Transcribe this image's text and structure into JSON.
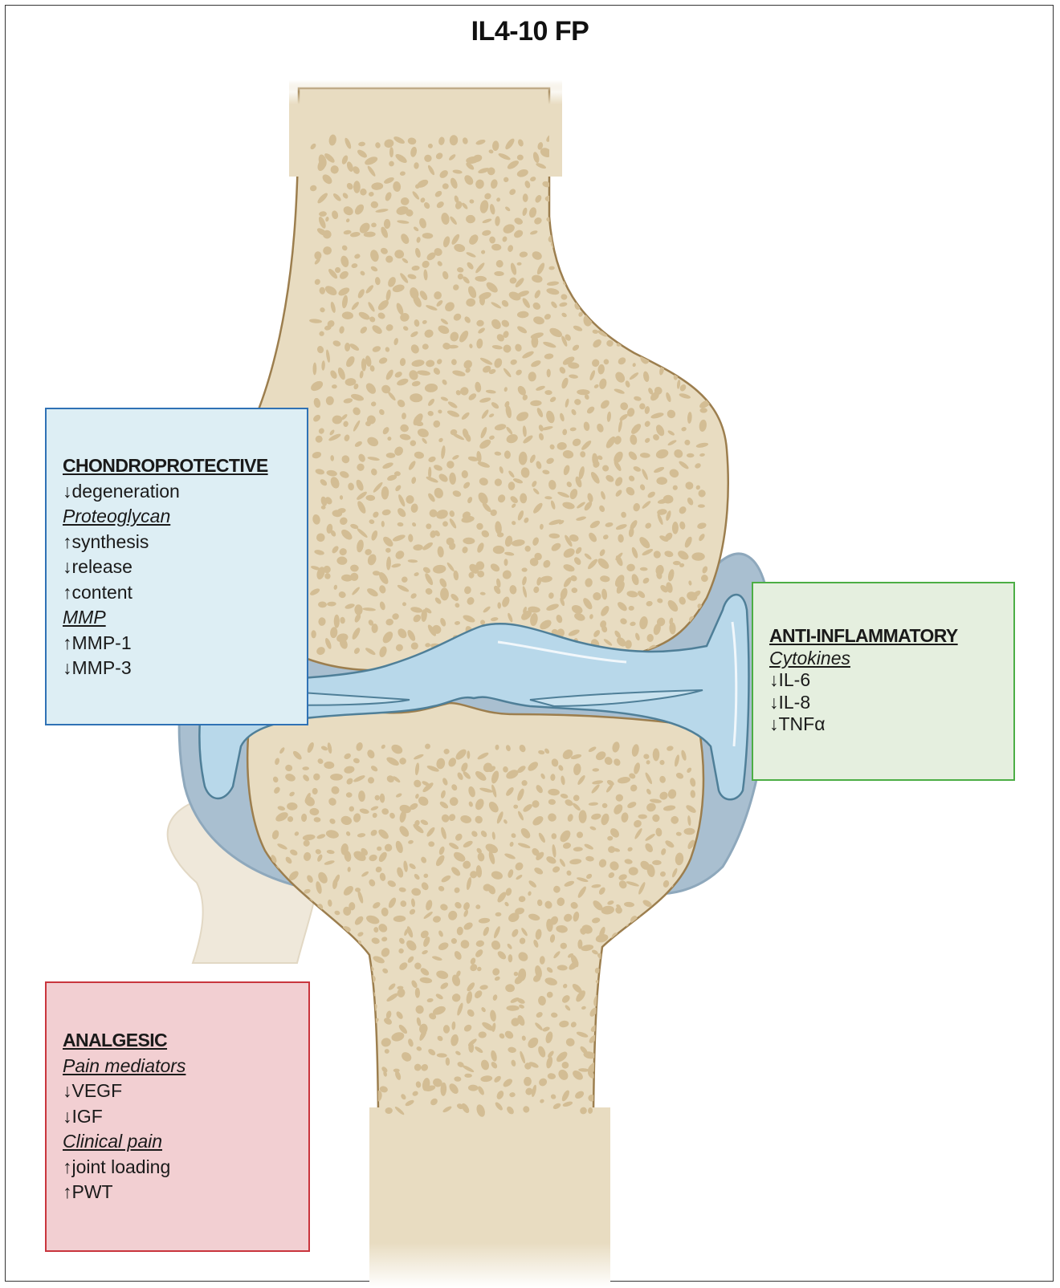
{
  "title": "IL4-10 FP",
  "boxes": {
    "chondroprotective": {
      "heading": "CHONDROPROTECTIVE",
      "lines": [
        {
          "text": "↓degeneration",
          "style": "normal"
        },
        {
          "text": "Proteoglycan",
          "style": "sub"
        },
        {
          "text": "↑synthesis",
          "style": "normal"
        },
        {
          "text": "↓release",
          "style": "normal"
        },
        {
          "text": "↑content",
          "style": "normal"
        },
        {
          "text": "MMP",
          "style": "sub"
        },
        {
          "text": "↑MMP-1",
          "style": "normal"
        },
        {
          "text": "↓MMP-3",
          "style": "normal"
        }
      ],
      "border_color": "#2f72b5",
      "fill_color": "#ddeef4"
    },
    "anti_inflammatory": {
      "heading": "ANTI-INFLAMMATORY",
      "lines": [
        {
          "text": "Cytokines",
          "style": "sub"
        },
        {
          "text": "↓IL-6",
          "style": "normal"
        },
        {
          "text": "↓IL-8",
          "style": "normal"
        },
        {
          "text": "↓TNFα",
          "style": "normal"
        }
      ],
      "border_color": "#4cae45",
      "fill_color": "#e5efdf"
    },
    "analgesic": {
      "heading": "ANALGESIC",
      "lines": [
        {
          "text": "Pain mediators",
          "style": "sub"
        },
        {
          "text": "↓VEGF",
          "style": "normal"
        },
        {
          "text": "↓IGF",
          "style": "normal"
        },
        {
          "text": "Clinical pain",
          "style": "sub"
        },
        {
          "text": "↑joint loading",
          "style": "normal"
        },
        {
          "text": "↑PWT",
          "style": "normal"
        }
      ],
      "border_color": "#c9353d",
      "fill_color": "#f2cfd2"
    }
  },
  "colors": {
    "bone_fill": "#e8dcc1",
    "bone_outline": "#9c7e4e",
    "trabecular_spot": "#d3bd94",
    "capsule": "#a9c1d3",
    "cartilage": "#b8d8ea",
    "fibula": "#efe8da"
  }
}
